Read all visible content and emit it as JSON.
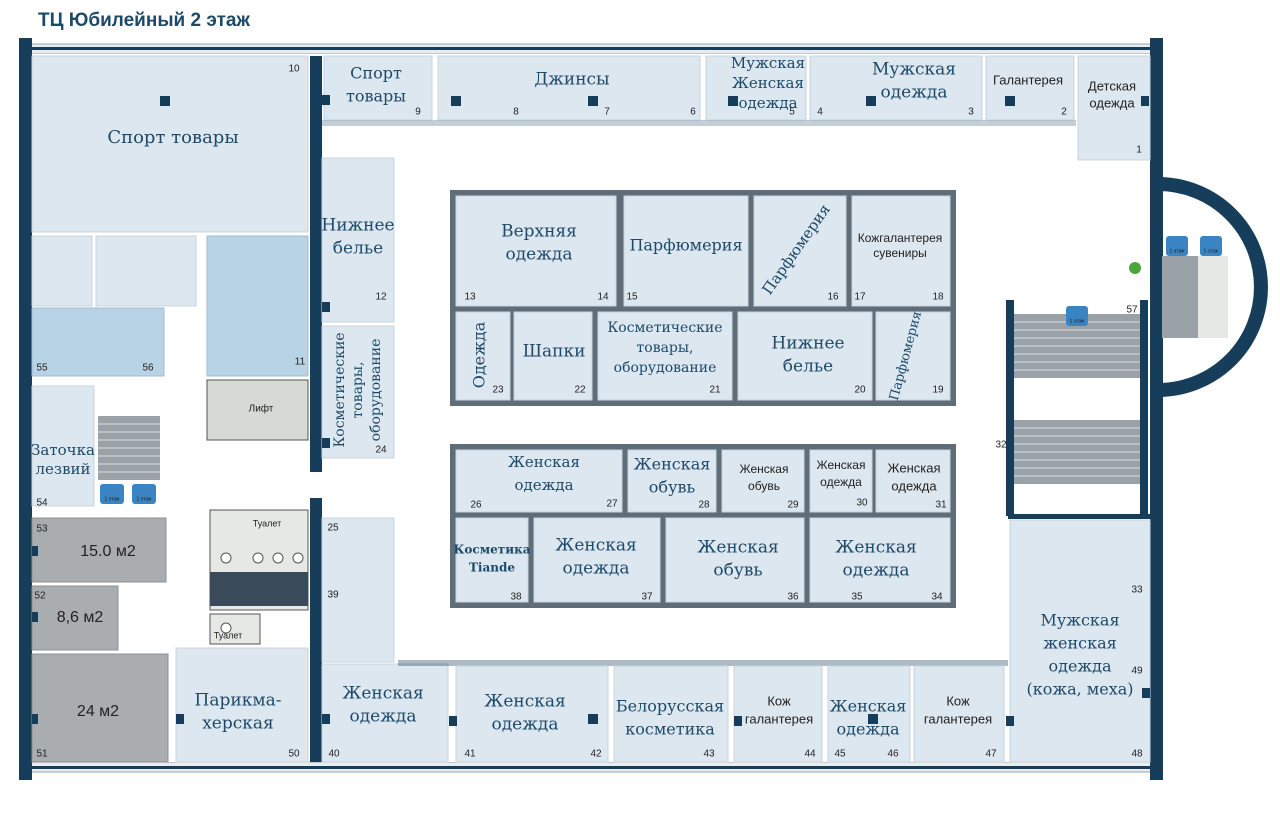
{
  "title": "ТЦ Юбилейный 2 этаж",
  "colors": {
    "wall": "#163d5a",
    "shop": "#dde7ef",
    "selected": "#b9d3e6",
    "service": "#a9adaf",
    "accent": "#3b84c4",
    "text": "#1d4a68"
  },
  "rooms": {
    "r10": {
      "lines": [
        "Спорт товары"
      ],
      "num": "10"
    },
    "r9": {
      "lines": [
        "Спорт",
        "товары"
      ],
      "num": "9"
    },
    "r8": {
      "lines": [
        "Джинсы"
      ],
      "num": "8",
      "num2": "7",
      "num3": "6"
    },
    "r5": {
      "lines": [
        "Мужская",
        "Женская",
        "одежда"
      ],
      "num": "5"
    },
    "r4": {
      "lines": [
        "Мужская",
        "одежда"
      ],
      "num": "4",
      "num2": "3"
    },
    "r2": {
      "lines": [
        "Галантерея"
      ],
      "num": "2"
    },
    "r1": {
      "lines": [
        "Детская",
        "одежда"
      ],
      "num": "1"
    },
    "r12": {
      "lines": [
        "Нижнее",
        "белье"
      ],
      "num": "12"
    },
    "r24": {
      "lines": [
        "Косметические",
        "товары,",
        "оборудование"
      ],
      "num": "24"
    },
    "r13": {
      "lines": [
        "Верхняя",
        "одежда"
      ],
      "num": "13",
      "num2": "14"
    },
    "r15": {
      "lines": [
        "Парфюмерия"
      ],
      "num": "15"
    },
    "r16": {
      "lines": [
        "Парфюмерия"
      ],
      "num": "16"
    },
    "r17": {
      "lines": [
        "Кожгалантерея",
        "сувениры"
      ],
      "num": "17",
      "num2": "18"
    },
    "r23": {
      "lines": [
        "Одежда"
      ],
      "num": "23"
    },
    "r22": {
      "lines": [
        "Шапки"
      ],
      "num": "22"
    },
    "r21": {
      "lines": [
        "Косметические",
        "товары,",
        "оборудование"
      ],
      "num": "21"
    },
    "r20": {
      "lines": [
        "Нижнее",
        "белье"
      ],
      "num": "20"
    },
    "r19": {
      "lines": [
        "Парфюмерия"
      ],
      "num": "19"
    },
    "r26": {
      "lines": [
        "Женская",
        "одежда"
      ],
      "num": "26",
      "num2": "27"
    },
    "r28": {
      "lines": [
        "Женская",
        "обувь"
      ],
      "num": "28"
    },
    "r29": {
      "lines": [
        "Женская",
        "обувь"
      ],
      "num": "29"
    },
    "r30": {
      "lines": [
        "Женская",
        "одежда"
      ],
      "num": "30"
    },
    "r31": {
      "lines": [
        "Женская",
        "одежда"
      ],
      "num": "31"
    },
    "r38": {
      "lines": [
        "Косметика",
        "Tiande"
      ],
      "num": "38"
    },
    "r37": {
      "lines": [
        "Женская",
        "одежда"
      ],
      "num": "37"
    },
    "r36": {
      "lines": [
        "Женская",
        "обувь"
      ],
      "num": "36"
    },
    "r35": {
      "lines": [
        "Женская",
        "одежда"
      ],
      "num": "35",
      "num2": "34"
    },
    "r40": {
      "lines": [
        "Женская",
        "одежда"
      ],
      "num": "40",
      "num2": "25",
      "num3": "39"
    },
    "r41": {
      "lines": [
        "Женская",
        "одежда"
      ],
      "num": "41",
      "num2": "42"
    },
    "r43": {
      "lines": [
        "Белорусская",
        "косметика"
      ],
      "num": "43"
    },
    "r44": {
      "lines": [
        "Кож",
        "галантерея"
      ],
      "num": "44"
    },
    "r45": {
      "lines": [
        "Женская",
        "одежда"
      ],
      "num": "45",
      "num2": "46"
    },
    "r47": {
      "lines": [
        "Кож",
        "галантерея"
      ],
      "num": "47"
    },
    "r48": {
      "lines": [
        "Мужская",
        "женская",
        "одежда",
        "(кожа, меха)"
      ],
      "num": "48",
      "num2": "49",
      "num3": "33"
    },
    "r11": {
      "lines": [],
      "num": "11"
    },
    "r55": {
      "lines": [],
      "num": "55",
      "num2": "56"
    },
    "r54": {
      "lines": [
        "Заточка",
        "лезвий"
      ],
      "num": "54"
    },
    "r53": {
      "lines": [
        "15.0 м2"
      ],
      "num": "53"
    },
    "r52": {
      "lines": [
        "8,6 м2"
      ],
      "num": "52"
    },
    "r51": {
      "lines": [
        "24 м2"
      ],
      "num": "51"
    },
    "r50": {
      "lines": [
        "Парикма-",
        "херская"
      ],
      "num": "50"
    },
    "lift": {
      "lines": [
        "Лифт"
      ]
    },
    "toilet1": {
      "lines": [
        "Туалет"
      ]
    },
    "toilet2": {
      "lines": [
        "Туалет"
      ]
    },
    "r32": {
      "num": "32"
    },
    "r57": {
      "num": "57"
    }
  },
  "floor_badge": "1 этаж"
}
